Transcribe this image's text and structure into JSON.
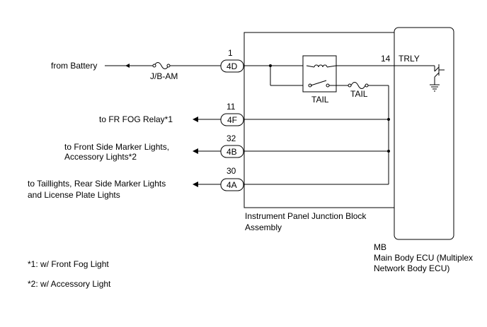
{
  "inputs": {
    "battery": "from Battery",
    "fuse": "J/B-AM"
  },
  "outputs": {
    "fog": "to FR FOG Relay*1",
    "front_side_1": "to Front Side Marker Lights,",
    "front_side_2": "Accessory Lights*2",
    "tail_1": "to Taillights, Rear Side Marker Lights",
    "tail_2": "and License Plate Lights"
  },
  "connectors": [
    {
      "pin": "1",
      "id": "4D"
    },
    {
      "pin": "11",
      "id": "4F"
    },
    {
      "pin": "32",
      "id": "4B"
    },
    {
      "pin": "30",
      "id": "4A"
    }
  ],
  "relay": {
    "label": "TAIL"
  },
  "tail_fuse": {
    "label": "TAIL"
  },
  "ecu_terminal": {
    "pin": "14",
    "name": "TRLY"
  },
  "junction_block": {
    "line1": "Instrument Panel Junction Block",
    "line2": "Assembly"
  },
  "ecu": {
    "line1": "MB",
    "line2": "Main Body ECU (Multiplex",
    "line3": "Network Body ECU)"
  },
  "footnotes": [
    "*1: w/ Front Fog Light",
    "*2: w/ Accessory Light"
  ]
}
